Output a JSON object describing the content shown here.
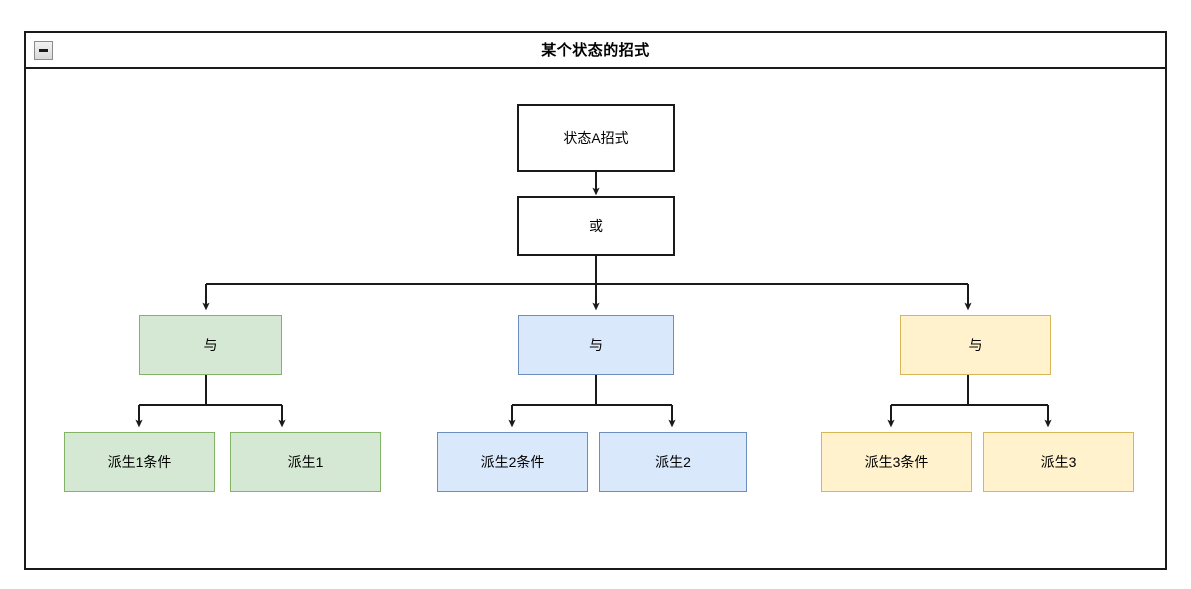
{
  "frame": {
    "title": "某个状态的招式",
    "collapse_icon": "minimize-icon",
    "border_color": "#1a1a1a"
  },
  "palette": {
    "green_fill": "#d5e8d4",
    "green_stroke": "#82b366",
    "blue_fill": "#dae8fc",
    "blue_stroke": "#6c8ebf",
    "yellow_fill": "#fff2cc",
    "yellow_stroke": "#d6b656",
    "plain_fill": "#ffffff",
    "plain_stroke": "#1a1a1a",
    "edge_color": "#1a1a1a"
  },
  "diagram": {
    "type": "tree",
    "root": {
      "label": "状态A招式"
    },
    "operator": {
      "label": "或"
    },
    "branches": [
      {
        "color": "green",
        "operator": {
          "label": "与"
        },
        "leaves": [
          {
            "label": "派生1条件"
          },
          {
            "label": "派生1"
          }
        ]
      },
      {
        "color": "blue",
        "operator": {
          "label": "与"
        },
        "leaves": [
          {
            "label": "派生2条件"
          },
          {
            "label": "派生2"
          }
        ]
      },
      {
        "color": "yellow",
        "operator": {
          "label": "与"
        },
        "leaves": [
          {
            "label": "派生3条件"
          },
          {
            "label": "派生3"
          }
        ]
      }
    ]
  }
}
